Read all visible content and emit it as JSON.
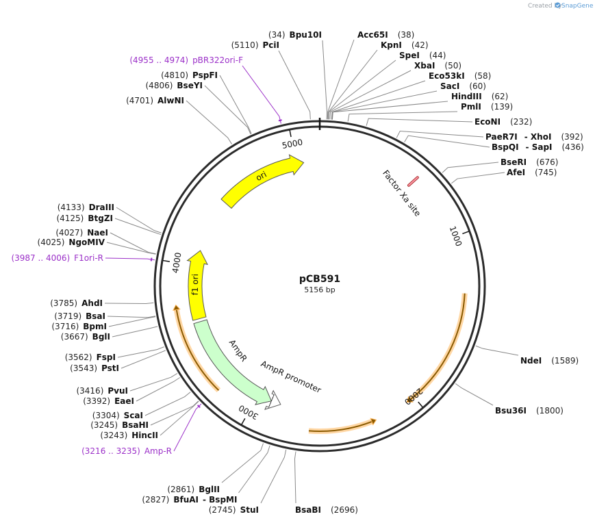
{
  "plasmid": {
    "name": "pCB591",
    "length": 5156,
    "length_label": "5156 bp"
  },
  "branding": {
    "created_by": "Created by",
    "product": "SnapGene"
  },
  "ticks": [
    {
      "pos": 1000,
      "label": "1000"
    },
    {
      "pos": 2000,
      "label": "2000"
    },
    {
      "pos": 3000,
      "label": "3000"
    },
    {
      "pos": 4000,
      "label": "4000"
    },
    {
      "pos": 5000,
      "label": "5000"
    }
  ],
  "features": [
    {
      "name": "ori",
      "label": "ori",
      "start": 4460,
      "end": 5050,
      "strand": 1,
      "color": "#ffff00",
      "kind": "arrow"
    },
    {
      "name": "f1-ori",
      "label": "f1 ori",
      "start": 3650,
      "end": 4105,
      "strand": 1,
      "color": "#ffff00",
      "kind": "arrow"
    },
    {
      "name": "ampr",
      "label": "AmpR",
      "start": 2905,
      "end": 3630,
      "strand": -1,
      "color": "#ccffcc",
      "kind": "arrow"
    },
    {
      "name": "ampr-promoter",
      "label": "AmpR promoter",
      "start": 2840,
      "end": 2905,
      "strand": -1,
      "color": "#ffffff",
      "kind": "arrow"
    },
    {
      "name": "orf-1",
      "label": "",
      "start": 1330,
      "end": 2050,
      "strand": 1,
      "color": "#ffb75a",
      "kind": "orf"
    },
    {
      "name": "orf-2",
      "label": "",
      "start": 2250,
      "end": 2640,
      "strand": -1,
      "color": "#ffb75a",
      "kind": "orf"
    },
    {
      "name": "orf-3",
      "label": "",
      "start": 3210,
      "end": 3760,
      "strand": 1,
      "color": "#ffb75a",
      "kind": "orf"
    },
    {
      "name": "factor-xa-site",
      "label": "Factor Xa site",
      "start": 590,
      "end": 605,
      "strand": 1,
      "color": "#ff9aa8",
      "kind": "site"
    }
  ],
  "left_labels": [
    {
      "pos": 34,
      "number": "(34)",
      "name": "Bpu10I"
    },
    {
      "pos": 5110,
      "number": "(5110)",
      "name": "PciI"
    },
    {
      "pos": 4964,
      "number": "(4955 .. 4974)",
      "name": "pBR322ori-F",
      "primer": true
    },
    {
      "pos": 4810,
      "number": "(4810)",
      "name": "PspFI"
    },
    {
      "pos": 4806,
      "number": "(4806)",
      "name": "BseYI"
    },
    {
      "pos": 4701,
      "number": "(4701)",
      "name": "AlwNI"
    },
    {
      "pos": 4133,
      "number": "(4133)",
      "name": "DraIII"
    },
    {
      "pos": 4125,
      "number": "(4125)",
      "name": "BtgZI"
    },
    {
      "pos": 4027,
      "number": "(4027)",
      "name": "NaeI"
    },
    {
      "pos": 4025,
      "number": "(4025)",
      "name": "NgoMIV"
    },
    {
      "pos": 3996,
      "number": "(3987 .. 4006)",
      "name": "F1ori-R",
      "primer": true
    },
    {
      "pos": 3785,
      "number": "(3785)",
      "name": "AhdI"
    },
    {
      "pos": 3719,
      "number": "(3719)",
      "name": "BsaI"
    },
    {
      "pos": 3716,
      "number": "(3716)",
      "name": "BpmI"
    },
    {
      "pos": 3667,
      "number": "(3667)",
      "name": "BglI"
    },
    {
      "pos": 3562,
      "number": "(3562)",
      "name": "FspI"
    },
    {
      "pos": 3543,
      "number": "(3543)",
      "name": "PstI"
    },
    {
      "pos": 3416,
      "number": "(3416)",
      "name": "PvuI"
    },
    {
      "pos": 3392,
      "number": "(3392)",
      "name": "EaeI"
    },
    {
      "pos": 3304,
      "number": "(3304)",
      "name": "ScaI"
    },
    {
      "pos": 3245,
      "number": "(3245)",
      "name": "BsaHI"
    },
    {
      "pos": 3243,
      "number": "(3243)",
      "name": "HincII"
    },
    {
      "pos": 3225,
      "number": "(3216 .. 3235)",
      "name": "Amp-R",
      "primer": true
    },
    {
      "pos": 2861,
      "number": "(2861)",
      "name": "BglII"
    },
    {
      "pos": 2827,
      "number": "(2827)",
      "name": "BfuAI",
      "name2": "BspMI"
    },
    {
      "pos": 2745,
      "number": "(2745)",
      "name": "StuI"
    }
  ],
  "right_labels": [
    {
      "pos": 38,
      "name": "Acc65I",
      "number": "(38)"
    },
    {
      "pos": 42,
      "name": "KpnI",
      "number": "(42)"
    },
    {
      "pos": 44,
      "name": "SpeI",
      "number": "(44)"
    },
    {
      "pos": 50,
      "name": "XbaI",
      "number": "(50)"
    },
    {
      "pos": 58,
      "name": "Eco53kI",
      "number": "(58)"
    },
    {
      "pos": 60,
      "name": "SacI",
      "number": "(60)"
    },
    {
      "pos": 62,
      "name": "HindIII",
      "number": "(62)"
    },
    {
      "pos": 139,
      "name": "PmlI",
      "number": "(139)"
    },
    {
      "pos": 232,
      "name": "EcoNI",
      "number": "(232)"
    },
    {
      "pos": 392,
      "name": "PaeR7I",
      "name2": "XhoI",
      "number": "(392)"
    },
    {
      "pos": 436,
      "name": "BspQI",
      "name2": "SapI",
      "number": "(436)"
    },
    {
      "pos": 676,
      "name": "BseRI",
      "number": "(676)"
    },
    {
      "pos": 745,
      "name": "AfeI",
      "number": "(745)"
    },
    {
      "pos": 1589,
      "name": "NdeI",
      "number": "(1589)"
    },
    {
      "pos": 1800,
      "name": "Bsu36I",
      "number": "(1800)"
    },
    {
      "pos": 2696,
      "name": "BsaBI",
      "number": "(2696)"
    }
  ]
}
